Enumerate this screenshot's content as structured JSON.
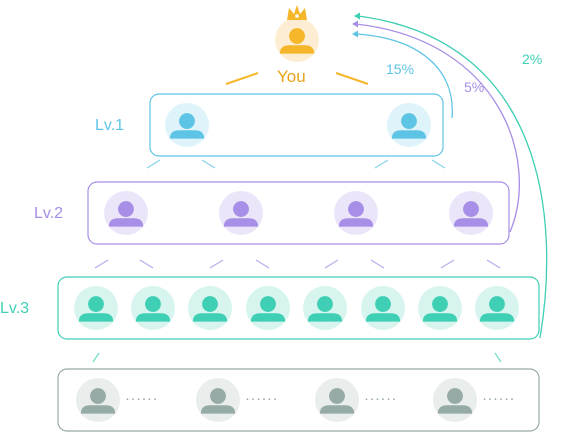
{
  "top": {
    "label": "You",
    "crown_icon": "crown-icon",
    "avatar_color": "#f5b62a",
    "avatar_bg": "#fdeed3"
  },
  "levels": [
    {
      "label": "Lv.1",
      "count": 2,
      "color": "#5ec4e6",
      "avatar_bg": "#dff3fa",
      "commission": "15%"
    },
    {
      "label": "Lv.2",
      "count": 4,
      "color": "#a78ee6",
      "avatar_bg": "#ebe5fa",
      "commission": "5%"
    },
    {
      "label": "Lv.3",
      "count": 8,
      "color": "#3fcfb4",
      "avatar_bg": "#d7f5ee",
      "commission": "2%"
    }
  ],
  "bottom": {
    "count": 4,
    "ellipsis": "······",
    "color": "#96aaa6",
    "avatar_bg": "#e9edec"
  },
  "icons": [
    "person-avatar-icon",
    "crown-icon",
    "arrow-head-icon"
  ]
}
